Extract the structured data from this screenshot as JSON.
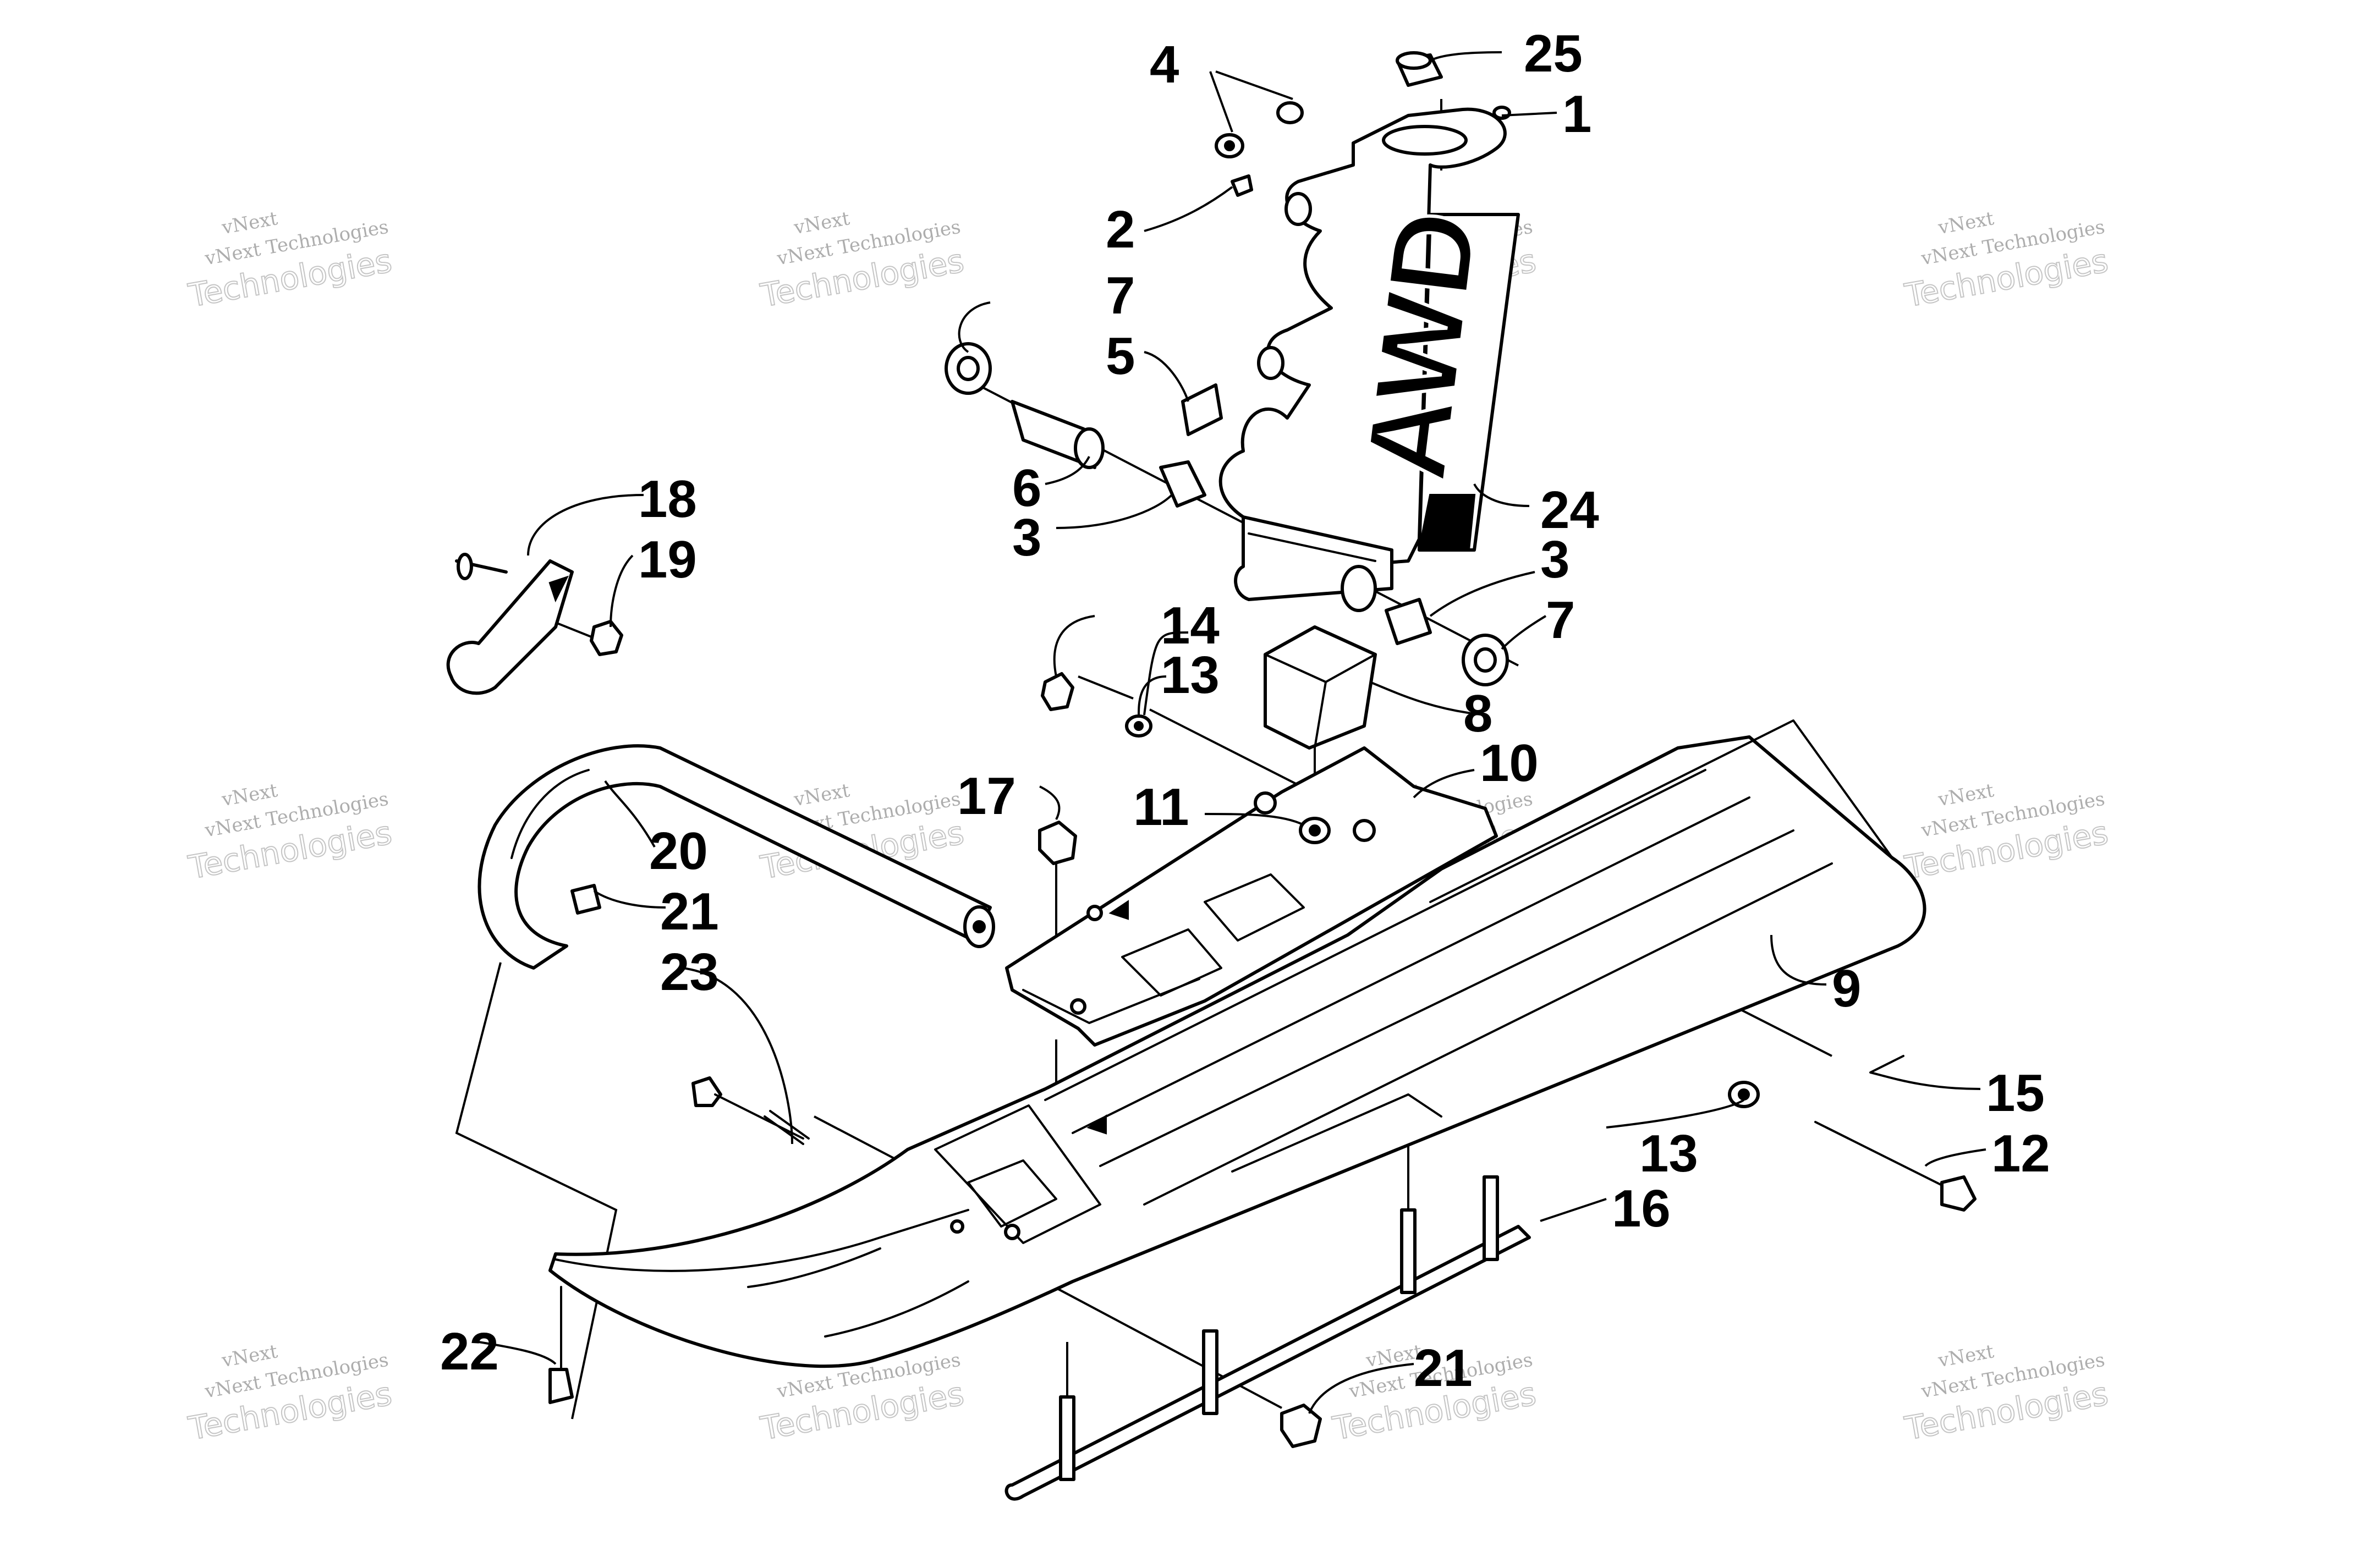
{
  "diagram": {
    "type": "exploded-parts-diagram",
    "logo_text": "AWD",
    "callouts": [
      "1",
      "2",
      "3",
      "3",
      "4",
      "5",
      "6",
      "7",
      "7",
      "8",
      "9",
      "10",
      "11",
      "12",
      "13",
      "13",
      "14",
      "15",
      "16",
      "17",
      "18",
      "19",
      "20",
      "21",
      "21",
      "22",
      "23",
      "24",
      "25"
    ],
    "watermark": {
      "line1": "vNext",
      "line2": "vNext Technologies",
      "line3": "Technologies"
    }
  },
  "colors": {
    "ink": "#000000",
    "paper": "#ffffff",
    "watermark": "#999999"
  }
}
